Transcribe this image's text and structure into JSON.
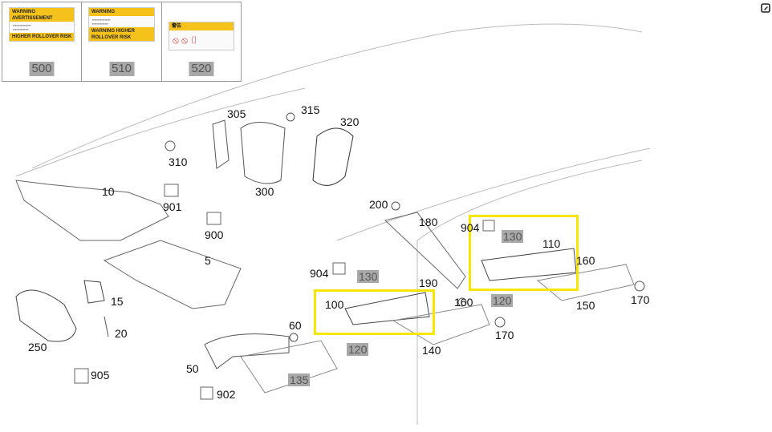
{
  "stickers": [
    {
      "code": "500",
      "heading": "WARNING AVERTISSEMENT",
      "sub": "HIGHER ROLLOVER RISK"
    },
    {
      "code": "510",
      "heading": "WARNING",
      "sub": "WARNING HIGHER ROLLOVER RISK"
    },
    {
      "code": "520",
      "heading": "警告",
      "sub": ""
    }
  ],
  "labels": [
    {
      "text": "305"
    },
    {
      "text": "315"
    },
    {
      "text": "320"
    },
    {
      "text": "310"
    },
    {
      "text": "300"
    },
    {
      "text": "10"
    },
    {
      "text": "901"
    },
    {
      "text": "200"
    },
    {
      "text": "180"
    },
    {
      "text": "904"
    },
    {
      "text": "130"
    },
    {
      "text": "110"
    },
    {
      "text": "900"
    },
    {
      "text": "5"
    },
    {
      "text": "160"
    },
    {
      "text": "904"
    },
    {
      "text": "130"
    },
    {
      "text": "190"
    },
    {
      "text": "100"
    },
    {
      "text": "160"
    },
    {
      "text": "120"
    },
    {
      "text": "150"
    },
    {
      "text": "170"
    },
    {
      "text": "15"
    },
    {
      "text": "250"
    },
    {
      "text": "20"
    },
    {
      "text": "60"
    },
    {
      "text": "120"
    },
    {
      "text": "140"
    },
    {
      "text": "170"
    },
    {
      "text": "50"
    },
    {
      "text": "905"
    },
    {
      "text": "135"
    },
    {
      "text": "902"
    }
  ],
  "highlight_color": "#f7e600"
}
